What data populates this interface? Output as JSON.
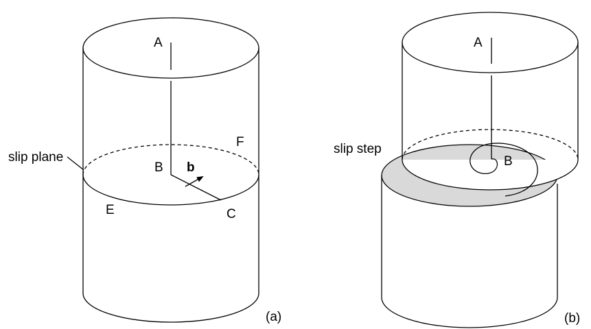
{
  "panel_a": {
    "labels": {
      "A": "A",
      "B": "B",
      "C": "C",
      "E": "E",
      "F": "F",
      "b": "b",
      "slip_plane": "slip plane",
      "caption": "(a)"
    }
  },
  "panel_b": {
    "labels": {
      "A": "A",
      "B": "B",
      "slip_step": "slip step",
      "caption": "(b)"
    }
  },
  "colors": {
    "stroke": "#000000",
    "step_fill": "#d9d9d9",
    "background": "#ffffff"
  }
}
